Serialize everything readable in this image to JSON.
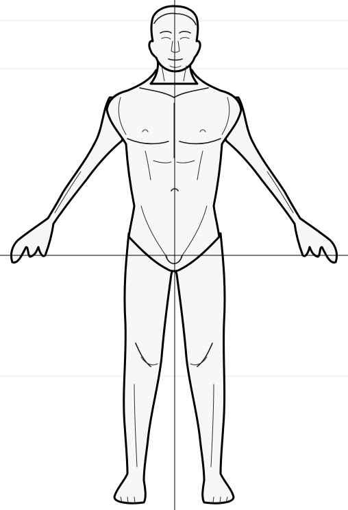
{
  "figure": {
    "pose": "A-pose",
    "view": "front",
    "icon": "human-body-outline",
    "colors": {
      "line": "#000000",
      "fill": "#f7f7f7",
      "background": "#ffffff"
    }
  },
  "guides": {
    "vertical": {
      "orientation": "vertical",
      "color": "#000000"
    },
    "horizontal": {
      "orientation": "horizontal",
      "color": "#000000"
    }
  }
}
